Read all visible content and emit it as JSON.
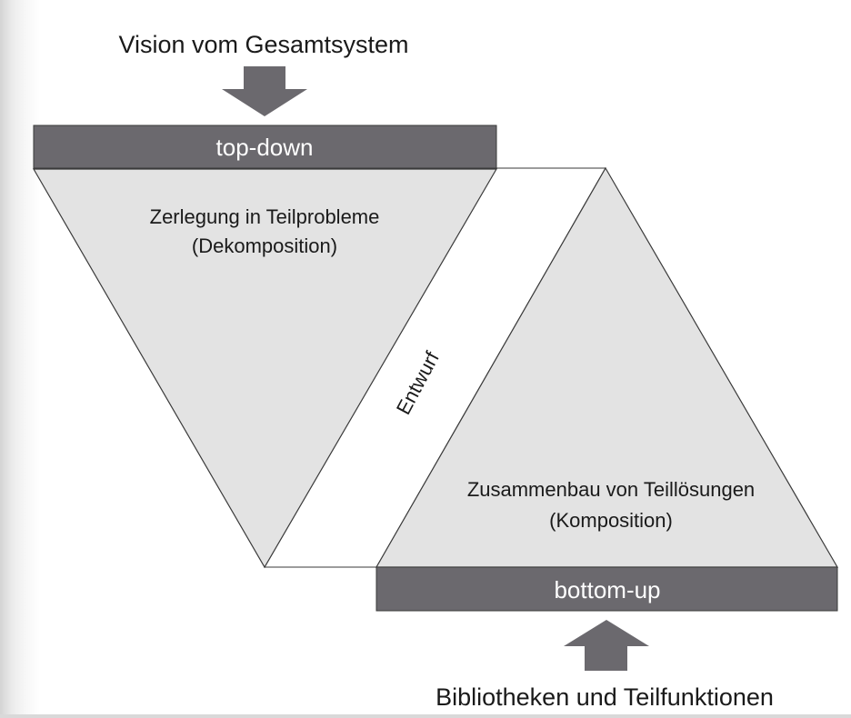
{
  "diagram": {
    "top_input": "Vision vom Gesamtsystem",
    "top_bar": "top-down",
    "decomposition": {
      "line1": "Zerlegung in Teilprobleme",
      "line2": "(Dekomposition)"
    },
    "middle": "Entwurf",
    "composition": {
      "line1": "Zusammenbau von Teillösungen",
      "line2": "(Komposition)"
    },
    "bottom_bar": "bottom-up",
    "bottom_input": "Bibliotheken und Teilfunktionen"
  },
  "colors": {
    "bar_fill": "#6b696e",
    "triangle_fill": "#e3e3e3",
    "arrow_fill": "#6b696e",
    "outline": "#3a3a3a"
  }
}
